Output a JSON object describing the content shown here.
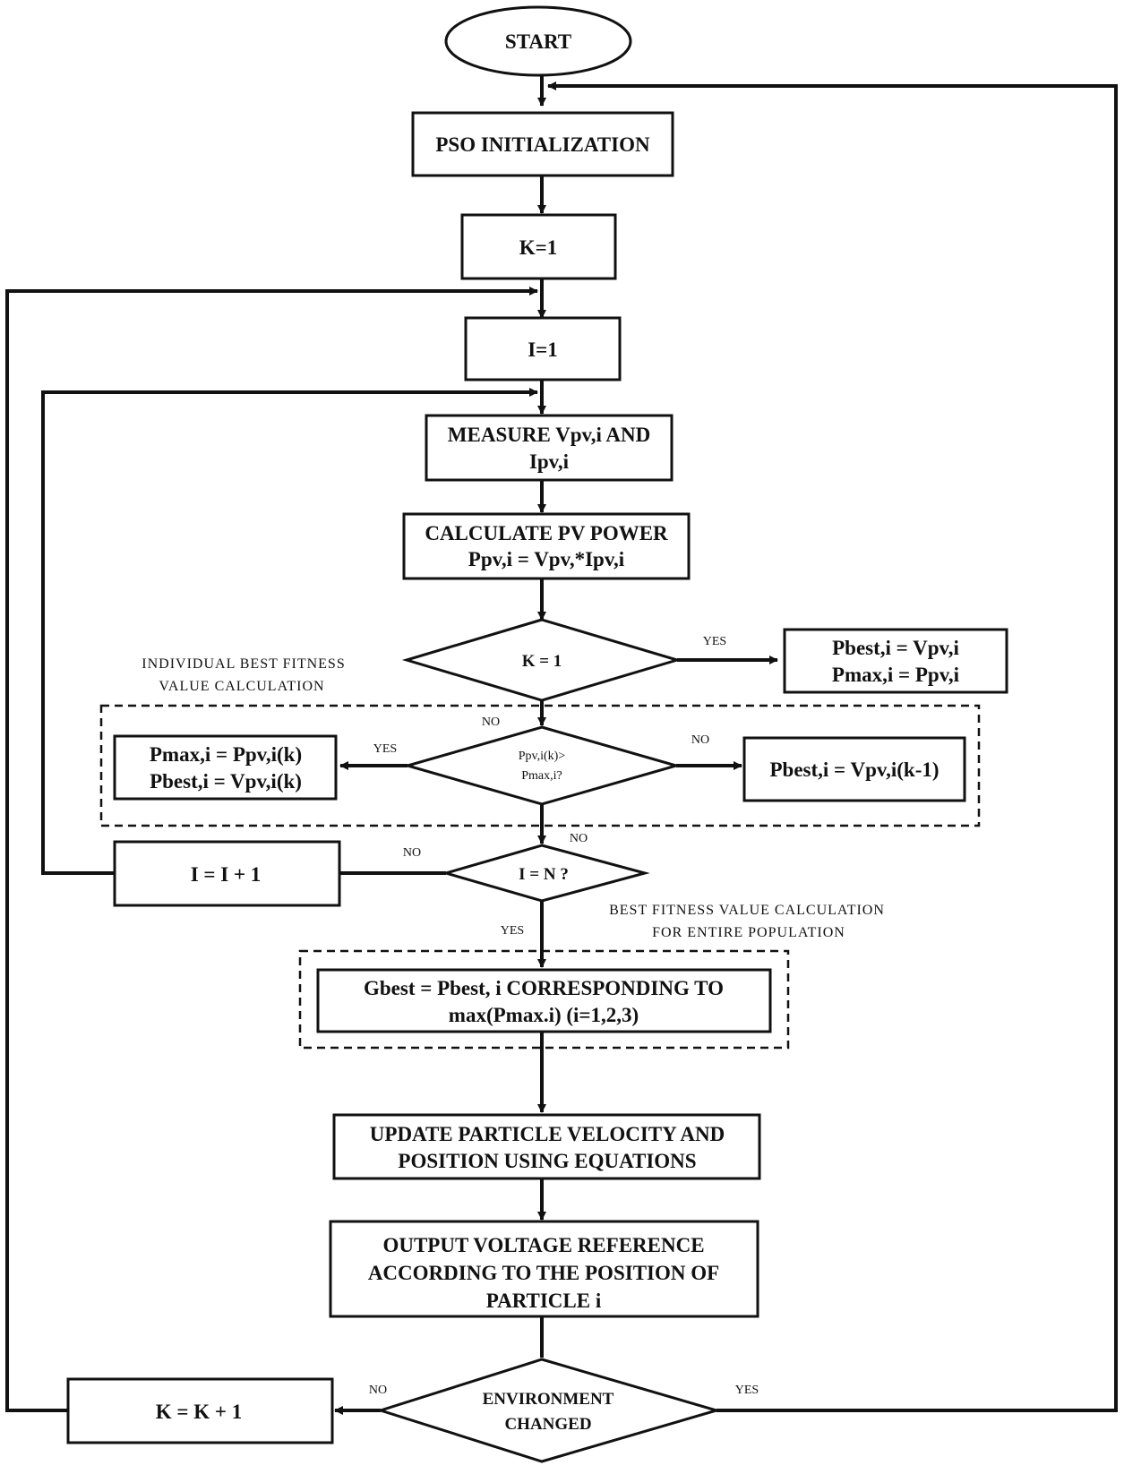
{
  "start": "START",
  "pso_init": "PSO INITIALIZATION",
  "k_init": "K=1",
  "i_init": "I=1",
  "measure": {
    "line1": "MEASURE Vpv,i AND",
    "line2": "Ipv,i"
  },
  "calc_power": {
    "line1": "CALCULATE PV POWER",
    "line2": "Ppv,i = Vpv,*Ipv,i"
  },
  "decision_k": "K = 1",
  "yes_k": {
    "line1": "Pbest,i = Vpv,i",
    "line2": "Pmax,i = Ppv,i"
  },
  "individual_label": {
    "line1": "INDIVIDUAL BEST FITNESS",
    "line2": "VALUE CALCULATION"
  },
  "decision_ppv": {
    "line1": "Ppv,i(k)>",
    "line2": "Pmax,i?"
  },
  "yes_ppv": {
    "line1": "Pmax,i = Ppv,i(k)",
    "line2": "Pbest,i = Vpv,i(k)"
  },
  "no_ppv": "Pbest,i = Vpv,i(k-1)",
  "decision_i": "I = N ?",
  "inc_i": "I = I + 1",
  "global_label": {
    "line1": "BEST FITNESS VALUE CALCULATION",
    "line2": "FOR ENTIRE POPULATION"
  },
  "gbest": {
    "line1": "Gbest = Pbest, i CORRESPONDING TO",
    "line2": "max(Pmax.i) (i=1,2,3)"
  },
  "update": {
    "line1": "UPDATE PARTICLE VELOCITY AND",
    "line2": "POSITION USING EQUATIONS"
  },
  "output": {
    "line1": "OUTPUT VOLTAGE REFERENCE",
    "line2": "ACCORDING TO THE POSITION OF",
    "line3": "PARTICLE i"
  },
  "decision_env": {
    "line1": "ENVIRONMENT",
    "line2": "CHANGED"
  },
  "inc_k": "K = K + 1",
  "labels": {
    "yes": "YES",
    "no": "NO"
  }
}
